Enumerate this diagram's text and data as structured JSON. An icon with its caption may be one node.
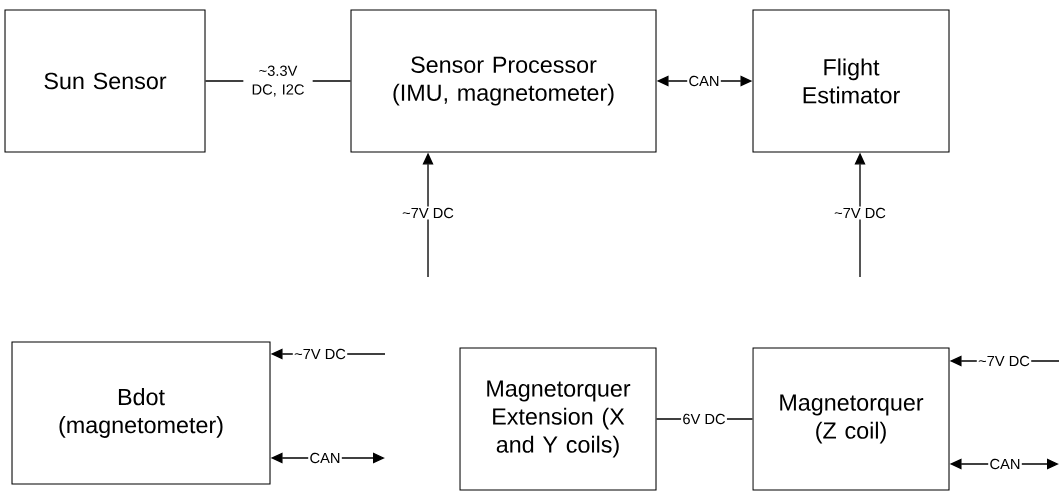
{
  "diagram": {
    "nodes": [
      {
        "text": [
          "Sun Sensor"
        ]
      },
      {
        "text": [
          "Sensor Processor (IMU, magnetometer)"
        ]
      },
      {
        "text": [
          "Flight Estimator"
        ]
      },
      {
        "text": [
          "Bdot (magnetometer)"
        ]
      },
      {
        "text": [
          "Magnetorquer Extension (X and Y coils)"
        ]
      },
      {
        "text": [
          "Magnetorquer (Z coil)"
        ]
      }
    ],
    "edges": [
      {
        "from": 0,
        "to": 1,
        "arrow": "none",
        "label": "~3.3V DC, I2C"
      },
      {
        "from": 1,
        "to": 2,
        "arrow": "both",
        "label": "CAN"
      },
      {
        "from": null,
        "to": 1,
        "arrow": "to",
        "label": "~7V DC"
      },
      {
        "from": null,
        "to": 2,
        "arrow": "to",
        "label": "~7V DC"
      },
      {
        "from": null,
        "to": 3,
        "arrow": "to",
        "label": "~7V DC"
      },
      {
        "from": null,
        "to": 3,
        "arrow": "both",
        "label": "CAN"
      },
      {
        "from": 4,
        "to": 5,
        "arrow": "none",
        "label": "6V DC"
      },
      {
        "from": null,
        "to": 5,
        "arrow": "to",
        "label": "~7V DC"
      },
      {
        "from": null,
        "to": 5,
        "arrow": "both",
        "label": "CAN"
      }
    ]
  }
}
